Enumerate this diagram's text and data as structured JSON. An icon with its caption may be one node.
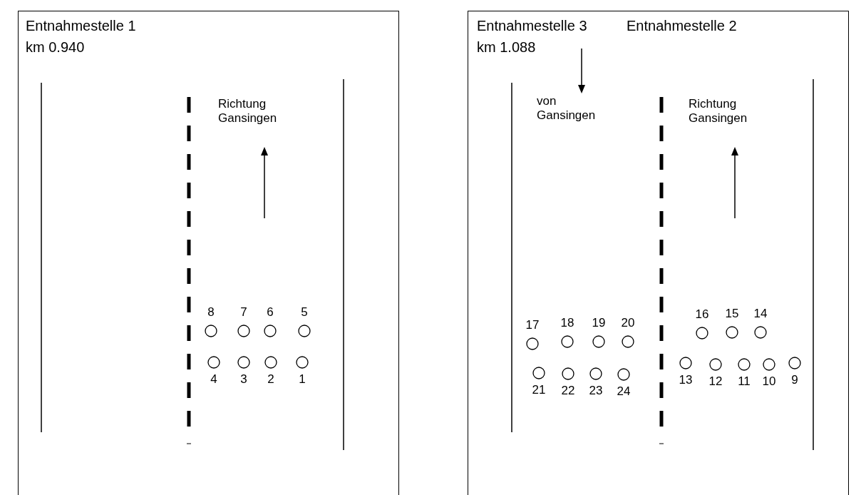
{
  "diagram": {
    "nodes": [
      {
        "text": [
          "Entnahmestelle 1",
          "km 0.940"
        ]
      },
      {
        "text": [],
        "shape": "circle",
        "beside": [
          "8"
        ],
        "in": 0
      },
      {
        "text": [],
        "shape": "circle",
        "beside": [
          "7"
        ],
        "in": 0
      },
      {
        "text": [],
        "shape": "circle",
        "beside": [
          "6"
        ],
        "in": 0
      },
      {
        "text": [],
        "shape": "circle",
        "beside": [
          "5"
        ],
        "in": 0
      },
      {
        "text": [],
        "shape": "circle",
        "beside": [
          "4"
        ],
        "in": 0
      },
      {
        "text": [],
        "shape": "circle",
        "beside": [
          "3"
        ],
        "in": 0
      },
      {
        "text": [],
        "shape": "circle",
        "beside": [
          "2"
        ],
        "in": 0
      },
      {
        "text": [],
        "shape": "circle",
        "beside": [
          "1"
        ],
        "in": 0
      },
      {
        "text": [
          "Entnahmestelle 3",
          "km 1.088",
          "Entnahmestelle 2"
        ]
      },
      {
        "text": [],
        "shape": "circle",
        "beside": [
          "17"
        ],
        "in": 9
      },
      {
        "text": [],
        "shape": "circle",
        "beside": [
          "18"
        ],
        "in": 9
      },
      {
        "text": [],
        "shape": "circle",
        "beside": [
          "19"
        ],
        "in": 9
      },
      {
        "text": [],
        "shape": "circle",
        "beside": [
          "20"
        ],
        "in": 9
      },
      {
        "text": [],
        "shape": "circle",
        "beside": [
          "16"
        ],
        "in": 9
      },
      {
        "text": [],
        "shape": "circle",
        "beside": [
          "15"
        ],
        "in": 9
      },
      {
        "text": [],
        "shape": "circle",
        "beside": [
          "14"
        ],
        "in": 9
      },
      {
        "text": [],
        "shape": "circle",
        "beside": [
          "21"
        ],
        "in": 9
      },
      {
        "text": [],
        "shape": "circle",
        "beside": [
          "22"
        ],
        "in": 9
      },
      {
        "text": [],
        "shape": "circle",
        "beside": [
          "23"
        ],
        "in": 9
      },
      {
        "text": [],
        "shape": "circle",
        "beside": [
          "24"
        ],
        "in": 9
      },
      {
        "text": [],
        "shape": "circle",
        "beside": [
          "13"
        ],
        "in": 9
      },
      {
        "text": [],
        "shape": "circle",
        "beside": [
          "12"
        ],
        "in": 9
      },
      {
        "text": [],
        "shape": "circle",
        "beside": [
          "11"
        ],
        "in": 9
      },
      {
        "text": [],
        "shape": "circle",
        "beside": [
          "10"
        ],
        "in": 9
      },
      {
        "text": [],
        "shape": "circle",
        "beside": [
          "9"
        ],
        "in": 9
      }
    ],
    "labels": [
      "Richtung Gansingen",
      "von Gansingen",
      "Richtung Gansingen"
    ]
  }
}
